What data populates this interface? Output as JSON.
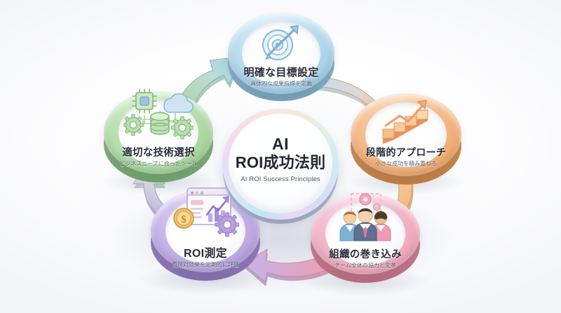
{
  "diagram": {
    "type": "cycle",
    "center": {
      "line1": "AI",
      "line2": "ROI成功法則",
      "subtitle": "AI ROI Success Principles"
    },
    "nodes": [
      {
        "id": "clear-goals",
        "title": "明確な目標設定",
        "subtitle": "具体的な成果指標を定義",
        "color": "#a8d4ea",
        "icon": "target-arrow-icon",
        "position": "top"
      },
      {
        "id": "phased-approach",
        "title": "段階的アプローチ",
        "subtitle": "小さな成功を積み重ねる",
        "color": "#f0a868",
        "icon": "stairs-growth-icon",
        "position": "right"
      },
      {
        "id": "org-engagement",
        "title": "組織の巻き込み",
        "subtitle": "チーム全体の協力と変革",
        "color": "#eda3b9",
        "icon": "team-people-icon",
        "position": "bottom-right"
      },
      {
        "id": "roi-measurement",
        "title": "ROI測定",
        "subtitle": "費用対効果を定期的に評価",
        "color": "#b7a2df",
        "icon": "chart-dashboard-icon",
        "position": "bottom-left"
      },
      {
        "id": "tech-selection",
        "title": "適切な技術選択",
        "subtitle": "ビジネスニーズに合ったツール",
        "color": "#a5d39b",
        "icon": "chip-cloud-database-icon",
        "position": "left"
      }
    ],
    "arrows": [
      {
        "id": "arrow-goals-to-phased",
        "from": "clear-goals",
        "to": "phased-approach",
        "from_color": "#b9d8ee",
        "to_color": "#f0a868"
      },
      {
        "id": "arrow-phased-to-org",
        "from": "phased-approach",
        "to": "org-engagement",
        "from_color": "#f5c08a",
        "to_color": "#f3b887"
      },
      {
        "id": "arrow-org-to-roi",
        "from": "org-engagement",
        "to": "roi-measurement",
        "from_color": "#ee9fb6",
        "to_color": "#c6b0e6"
      },
      {
        "id": "arrow-roi-to-tech",
        "from": "roi-measurement",
        "to": "tech-selection",
        "from_color": "#bda9e3",
        "to_color": "#9fcf9a"
      },
      {
        "id": "arrow-tech-to-goals",
        "from": "tech-selection",
        "to": "clear-goals",
        "from_color": "#a6d5a0",
        "to_color": "#a9d6ea"
      }
    ],
    "background": "#ffffff"
  }
}
